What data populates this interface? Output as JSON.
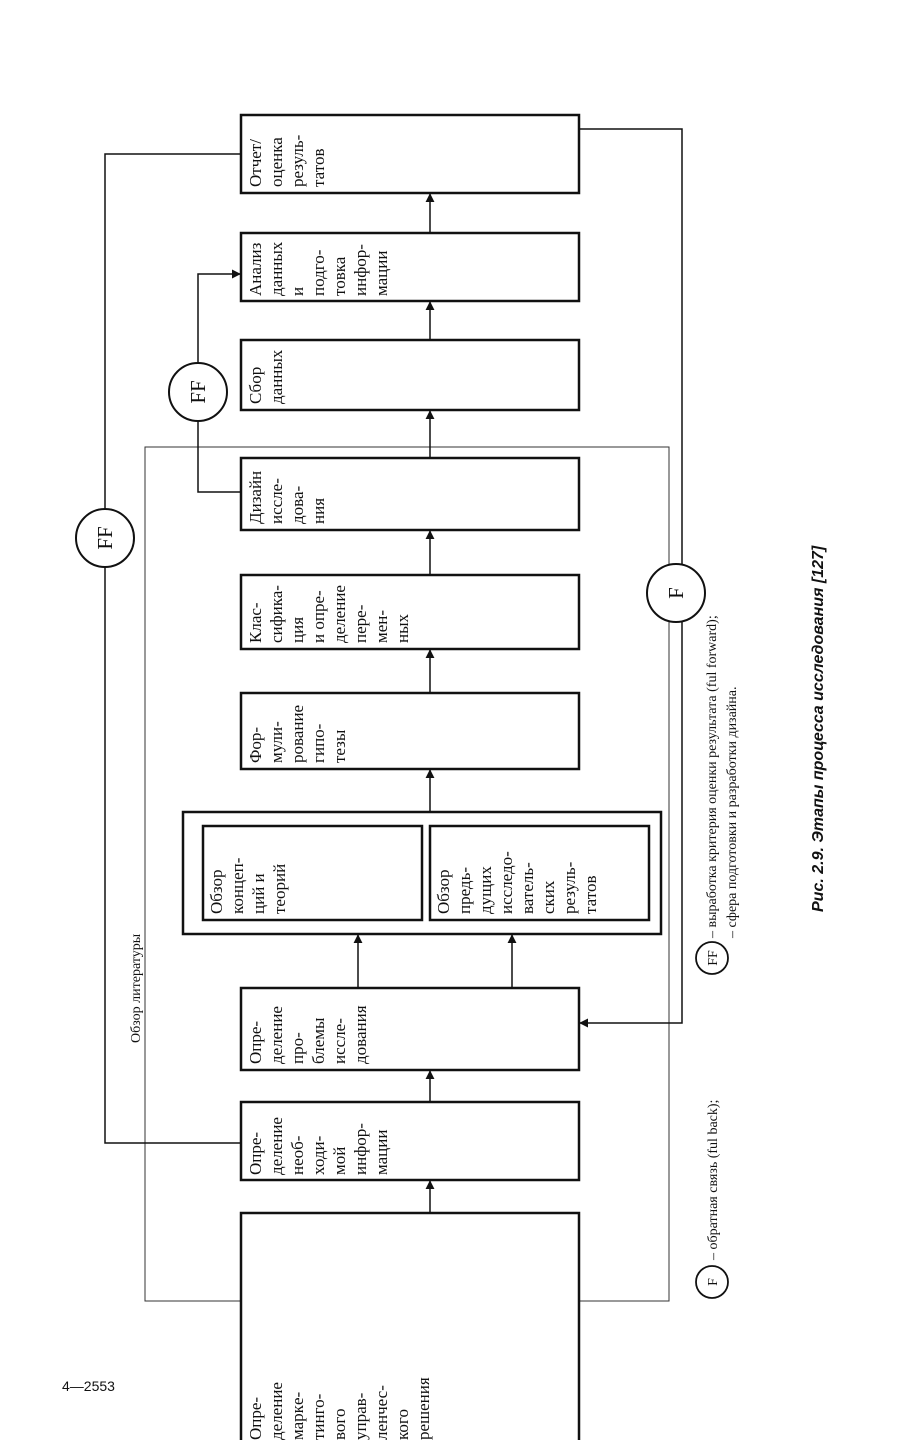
{
  "boxes": [
    {
      "id": "b1",
      "label": "Опре-\nделение\nмаркe-\nтинго-\nвого\nуправ-\nленчес-\nкого\nрешения"
    },
    {
      "id": "b2",
      "label": "Опре-\nделение\nнеоб-\nходи-\nмой\nинфор-\nмации"
    },
    {
      "id": "b3",
      "label": "Опре-\nделение\nпро-\nблемы\nиссле-\nдования"
    },
    {
      "id": "b4",
      "label": "Обзор\nконцеп-\nций и\nтеорий"
    },
    {
      "id": "b5",
      "label": "Обзор\nпредь-\nдущих\nисследо-\nватель-\nских\nрезуль-\nтатов"
    },
    {
      "id": "b6",
      "label": "Фор-\nмули-\nрование\nгипо-\nтезы"
    },
    {
      "id": "b7",
      "label": "Клас-\nсифика-\nция\nи опре-\nделение\nпере-\nмен-\nных"
    },
    {
      "id": "b8",
      "label": "Дизайн\nиссле-\nдова-\nния"
    },
    {
      "id": "b9",
      "label": "Сбор\nданных"
    },
    {
      "id": "b10",
      "label": "Анализ\nданных\nи\nподго-\nтовка\nинфор-\nмации"
    },
    {
      "id": "b11",
      "label": "Отчет/\nоценка\nрезуль-\nтатов"
    }
  ],
  "literature_label": "Обзор литературы",
  "feedback_circles": {
    "ff": "FF",
    "f": "F"
  },
  "legend": {
    "f_symbol": "F",
    "f_text": "– обратная связь (ful back);",
    "ff_symbol": "FF",
    "ff_line1": "– выработка критерия оценки результата (ful forward);",
    "ff_line2": "– сфера подготовки и разработки дизайна."
  },
  "caption": "Рис. 2.9. Этапы процесса исследования [127]",
  "page_number": "4—2553"
}
